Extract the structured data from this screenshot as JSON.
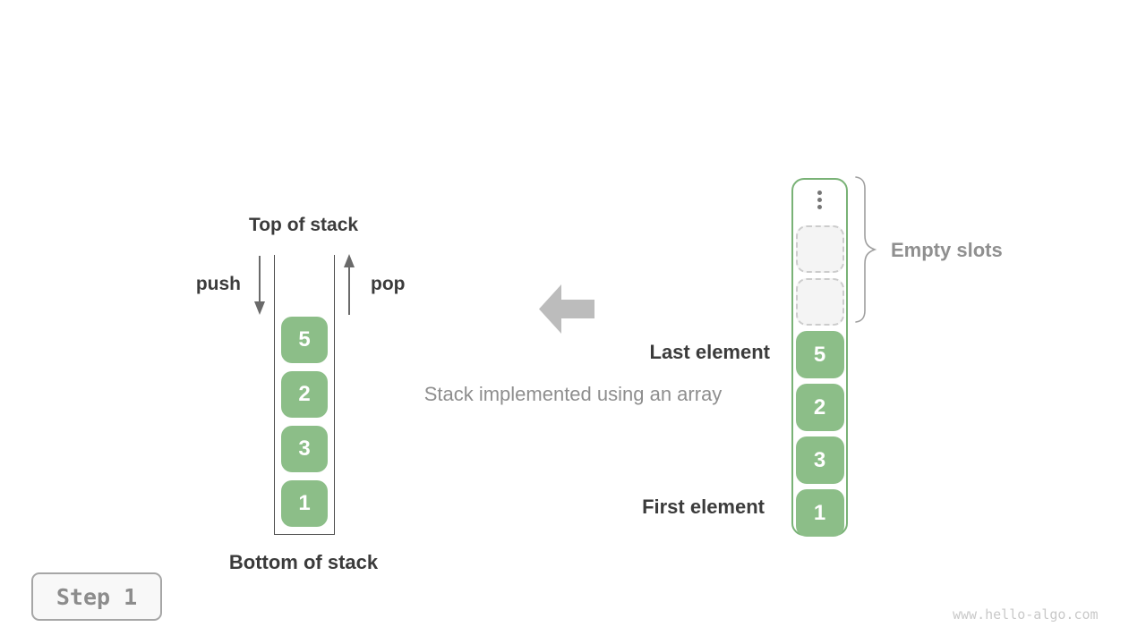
{
  "left_stack": {
    "top_label": "Top of stack",
    "push_label": "push",
    "pop_label": "pop",
    "bottom_label": "Bottom of stack",
    "cells": [
      "5",
      "2",
      "3",
      "1"
    ]
  },
  "center": {
    "caption": "Stack implemented using an array"
  },
  "right_array": {
    "cells": [
      "5",
      "2",
      "3",
      "1"
    ],
    "empty_slot_count": 2,
    "empty_slots_label": "Empty slots",
    "last_element_label": "Last element",
    "first_element_label": "First element"
  },
  "footer": {
    "step_badge": "Step 1",
    "watermark": "www.hello-algo.com"
  },
  "colors": {
    "cell_green": "#8cbe88",
    "array_border_green": "#79b276",
    "stack_outline_dark": "#4d4d4d",
    "label_dark": "#3b3b3b",
    "label_gray": "#8f8f8f",
    "big_arrow_gray": "#bcbcbc",
    "brace_gray": "#9e9e9e",
    "empty_slot_fill": "#f4f4f4",
    "watermark_gray": "#c9c9c9"
  }
}
